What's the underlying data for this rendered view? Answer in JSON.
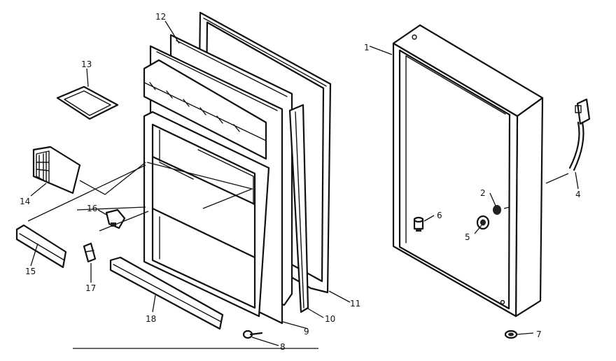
{
  "diagram": {
    "callouts": [
      {
        "id": "1",
        "label": "1"
      },
      {
        "id": "2",
        "label": "2"
      },
      {
        "id": "4",
        "label": "4"
      },
      {
        "id": "5",
        "label": "5"
      },
      {
        "id": "6",
        "label": "6"
      },
      {
        "id": "7",
        "label": "7"
      },
      {
        "id": "8",
        "label": "8"
      },
      {
        "id": "9",
        "label": "9"
      },
      {
        "id": "10",
        "label": "10"
      },
      {
        "id": "11",
        "label": "11"
      },
      {
        "id": "12",
        "label": "12"
      },
      {
        "id": "13",
        "label": "13"
      },
      {
        "id": "14",
        "label": "14"
      },
      {
        "id": "15",
        "label": "15"
      },
      {
        "id": "16",
        "label": "16"
      },
      {
        "id": "17",
        "label": "17"
      },
      {
        "id": "18",
        "label": "18"
      }
    ]
  }
}
